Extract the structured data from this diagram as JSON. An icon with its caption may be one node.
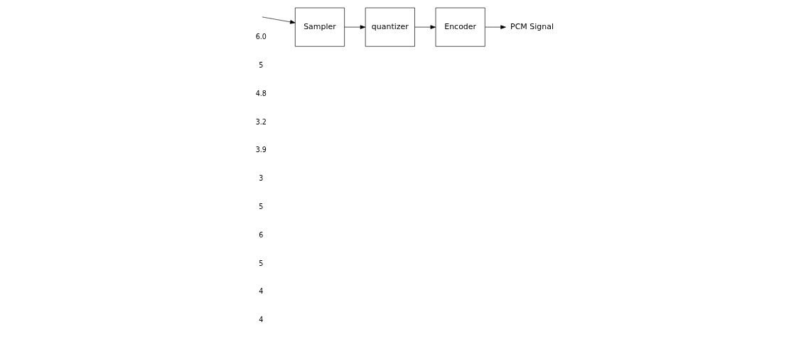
{
  "diagram": {
    "nodes": [
      {
        "text": [
          "Sampler"
        ]
      },
      {
        "text": [
          "quantizer"
        ]
      },
      {
        "text": [
          "Encoder"
        ]
      },
      {
        "text": [
          "PCM Signal"
        ]
      }
    ],
    "edges": [
      {
        "from": null,
        "to": 0,
        "arrow": "to"
      },
      {
        "from": 0,
        "to": 1,
        "arrow": "to"
      },
      {
        "from": 1,
        "to": 2,
        "arrow": "to"
      },
      {
        "from": 2,
        "to": 3,
        "arrow": "to"
      }
    ],
    "labels": [
      "6.0",
      "5",
      "4.8",
      "3.2",
      "3.9",
      "3",
      "5",
      "6",
      "5",
      "4",
      "4"
    ]
  }
}
